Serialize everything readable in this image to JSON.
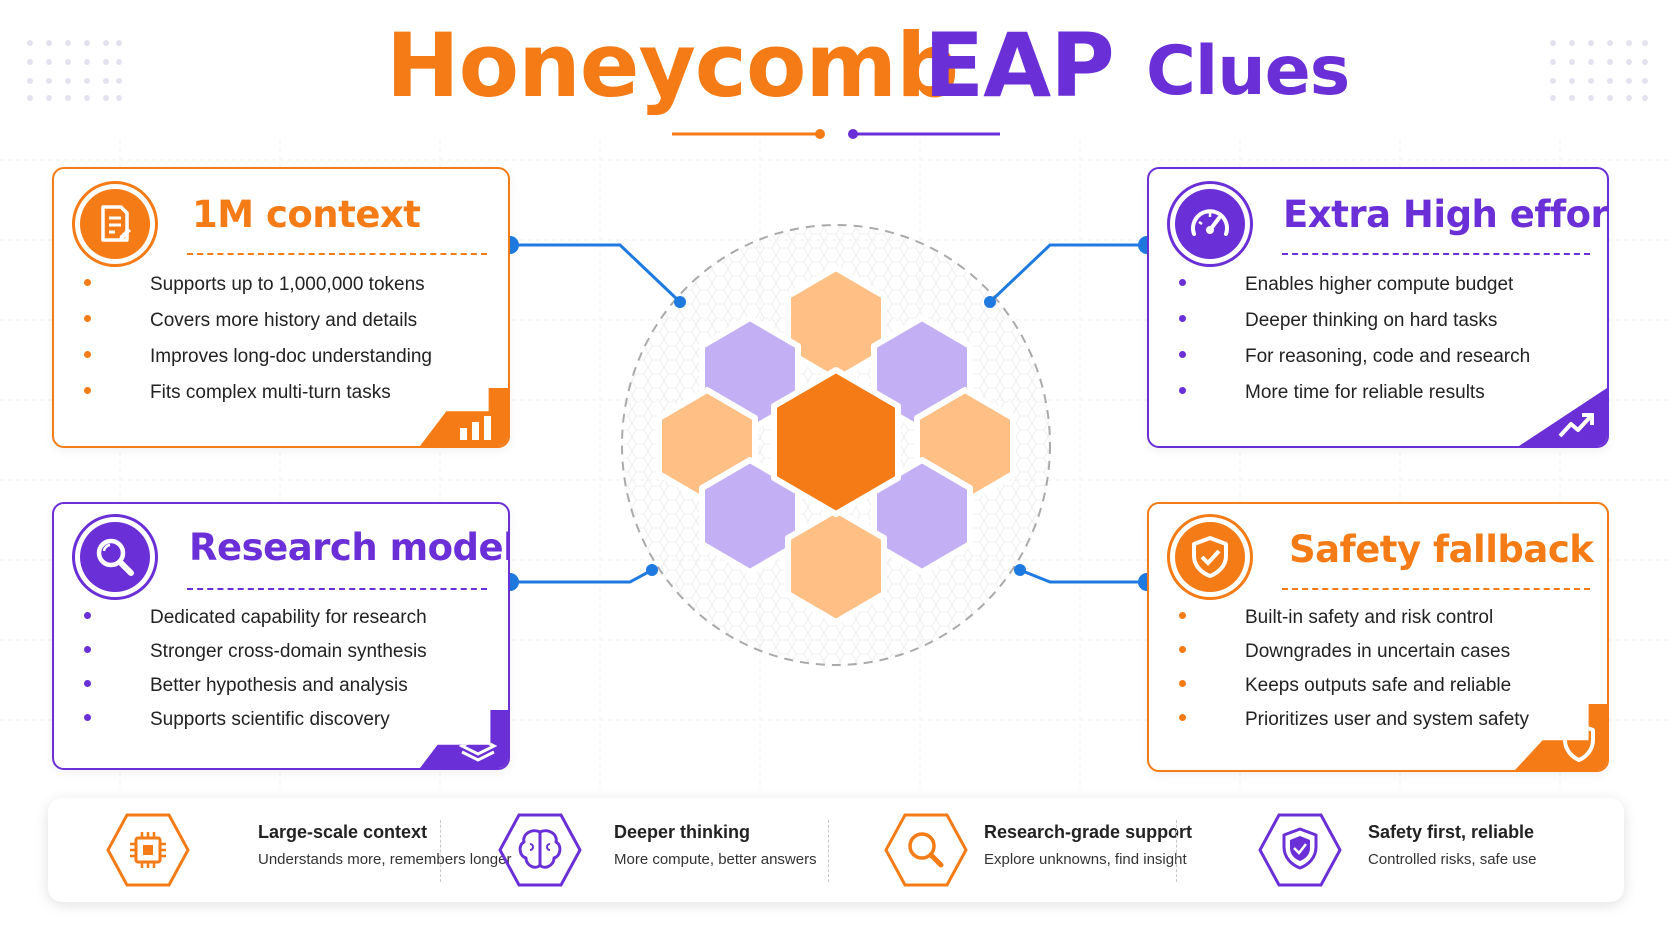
{
  "title": {
    "part1": "Honeycomb",
    "part2": "EAP",
    "part3": "Clues"
  },
  "colors": {
    "orange": "#f47b16",
    "purple": "#6a2fd6",
    "blue": "#1f7ae0",
    "light_orange": "#ffbf85",
    "light_purple": "#c3aff3"
  },
  "cards": {
    "context": {
      "title": "1M context",
      "icon": "document-edit-icon",
      "corner_icon": "bar-chart-icon",
      "items": [
        "Supports up to 1,000,000 tokens",
        "Covers more history and details",
        "Improves long-doc understanding",
        "Fits complex multi-turn tasks"
      ]
    },
    "effort": {
      "title": "Extra High effort",
      "icon": "speedometer-icon",
      "corner_icon": "trend-up-icon",
      "items": [
        "Enables higher compute budget",
        "Deeper thinking on hard tasks",
        "For reasoning, code and research",
        "More time for reliable results"
      ]
    },
    "research": {
      "title": "Research model",
      "icon": "magnifier-icon",
      "corner_icon": "layers-icon",
      "items": [
        "Dedicated capability for research",
        "Stronger cross-domain synthesis",
        "Better hypothesis and analysis",
        "Supports scientific discovery"
      ]
    },
    "safety": {
      "title": "Safety fallback",
      "icon": "shield-check-icon",
      "corner_icon": "shield-icon",
      "items": [
        "Built-in safety and risk control",
        "Downgrades in uncertain cases",
        "Keeps outputs safe and reliable",
        "Prioritizes user and system safety"
      ]
    }
  },
  "features": [
    {
      "title": "Large-scale context",
      "desc": "Understands more, remembers longer",
      "icon": "chip-icon"
    },
    {
      "title": "Deeper thinking",
      "desc": "More compute, better answers",
      "icon": "brain-icon"
    },
    {
      "title": "Research-grade support",
      "desc": "Explore unknowns, find insight",
      "icon": "magnifier-icon"
    },
    {
      "title": "Safety first, reliable",
      "desc": "Controlled risks, safe use",
      "icon": "shield-icon"
    }
  ]
}
